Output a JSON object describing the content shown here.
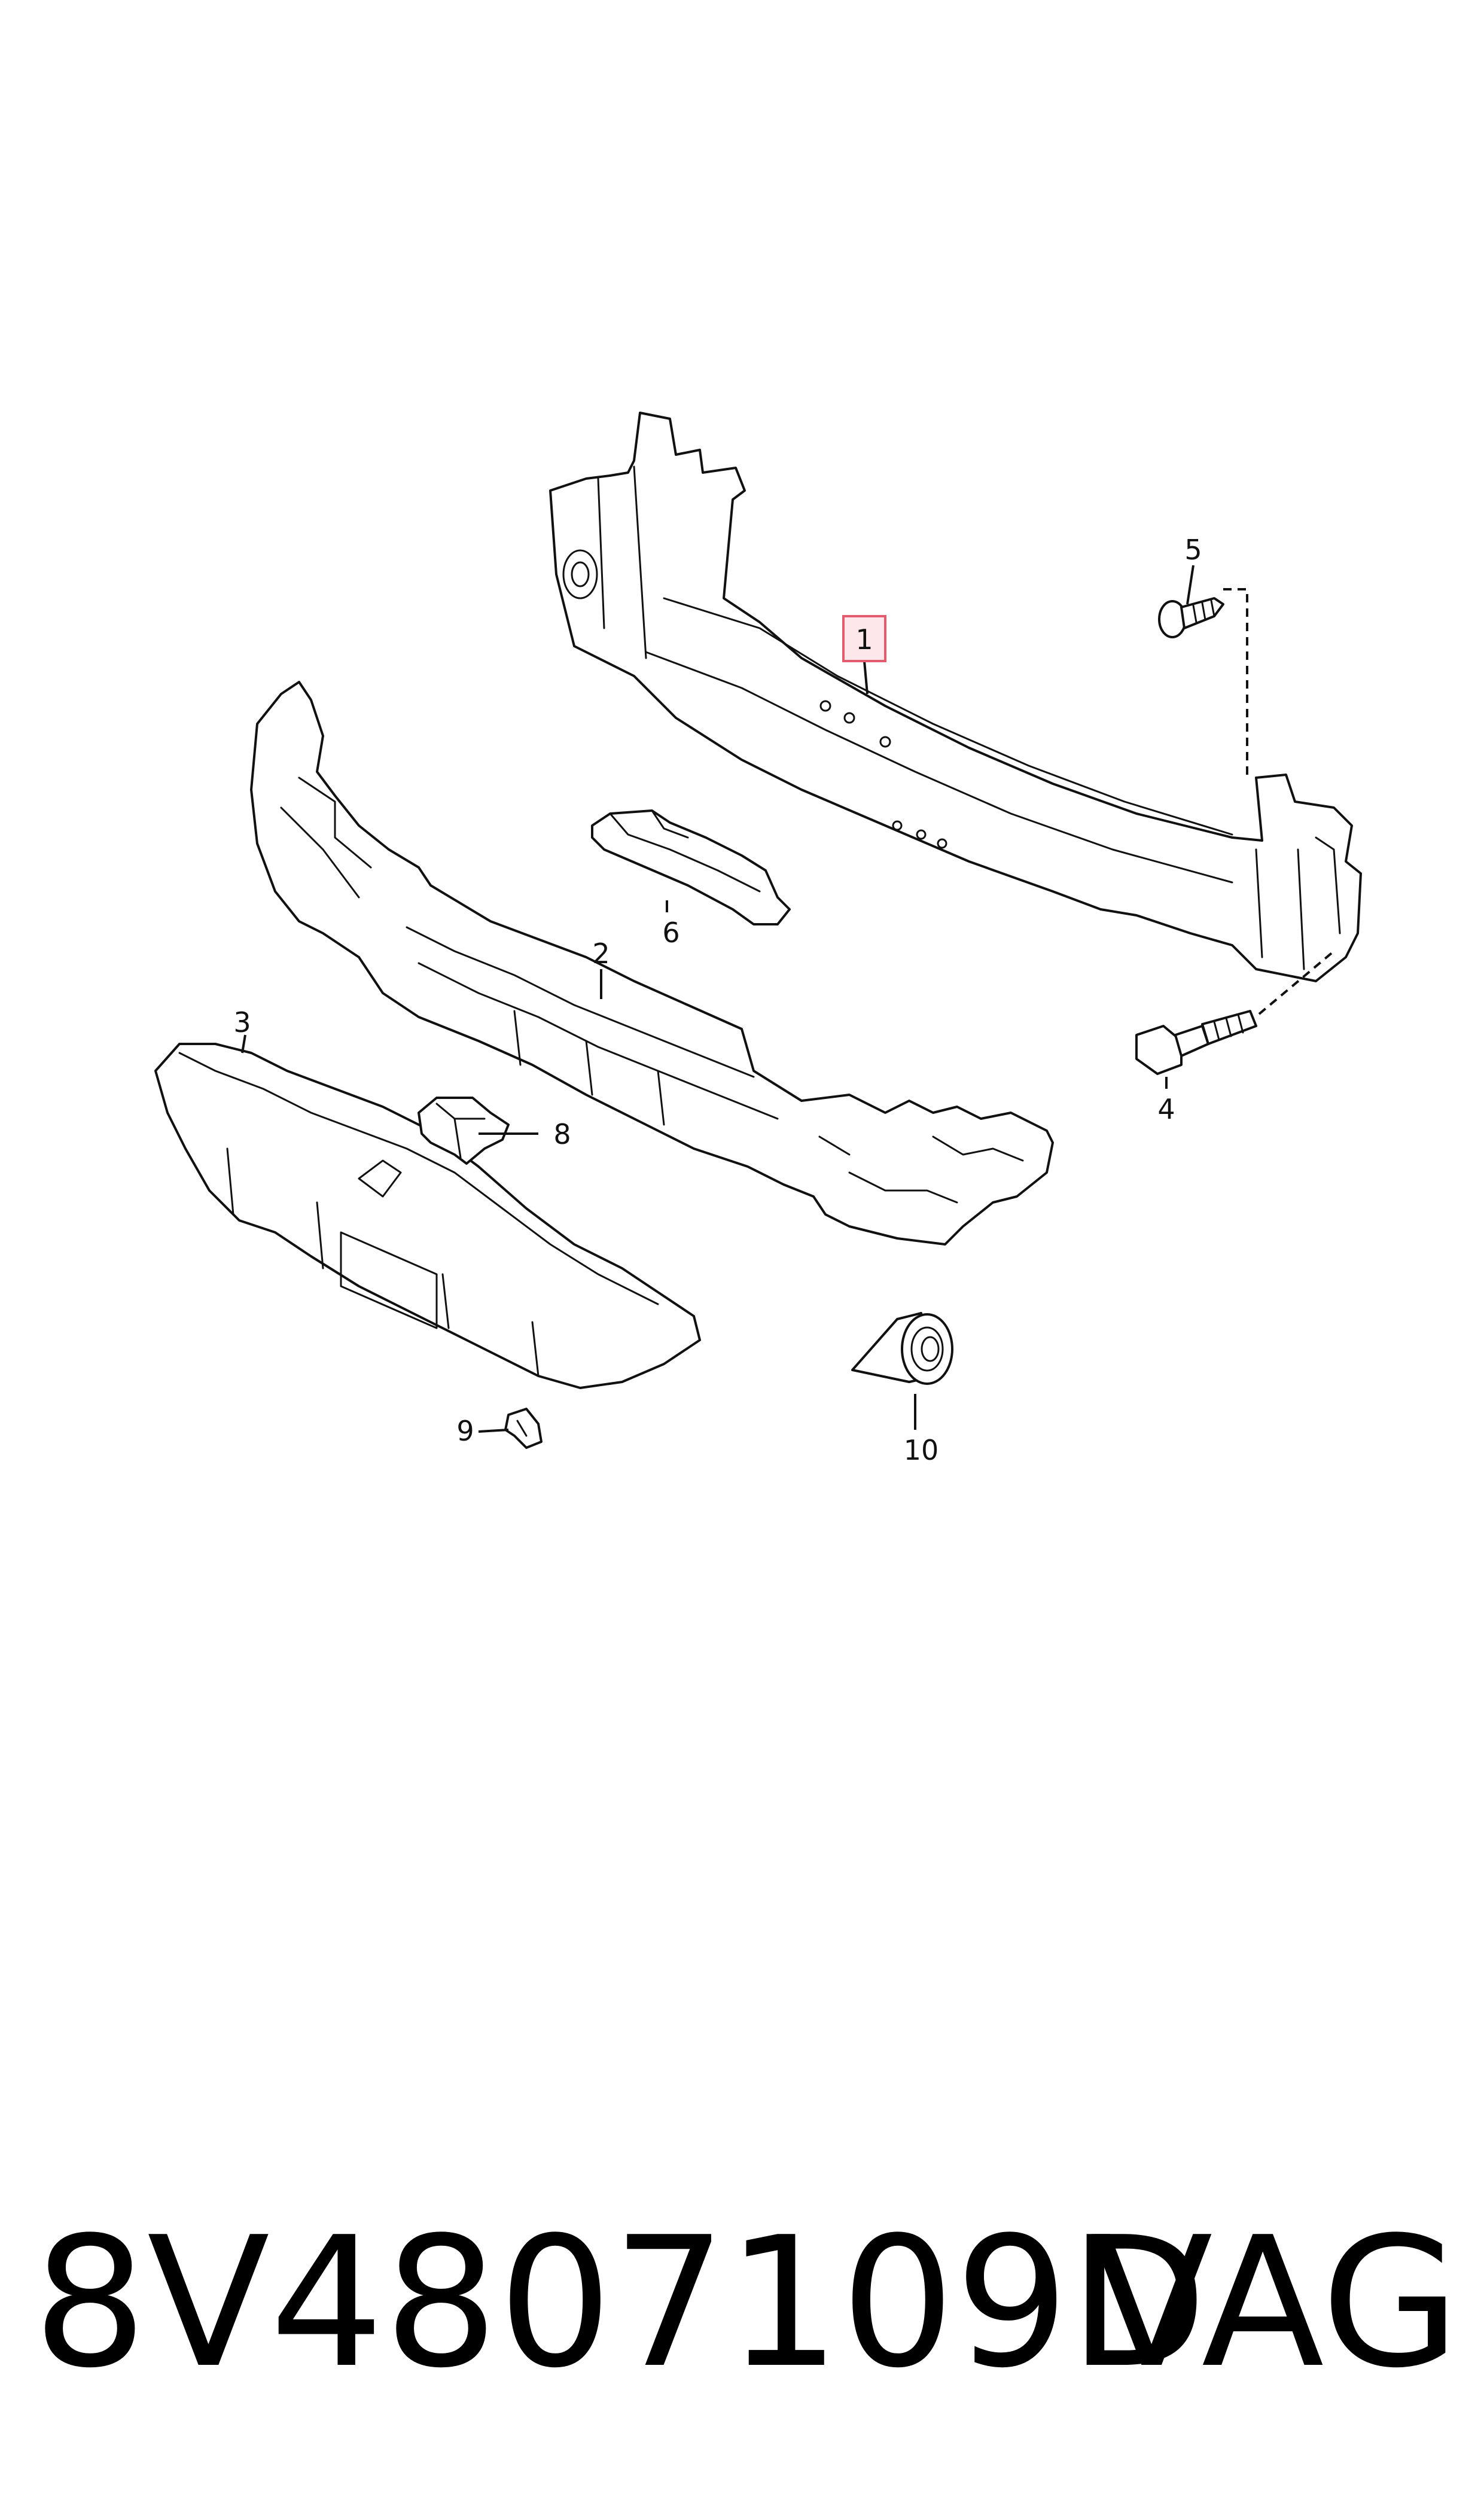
{
  "callouts": [
    "1",
    "2",
    "3",
    "4",
    "5",
    "6",
    "8",
    "9",
    "10"
  ],
  "footer": {
    "part_number": "8V4807109D",
    "brand": "VAG"
  },
  "colors": {
    "line": "#111111",
    "highlight_fill": "#fde7ea",
    "highlight_stroke": "#e35b6f",
    "background": "#ffffff"
  }
}
